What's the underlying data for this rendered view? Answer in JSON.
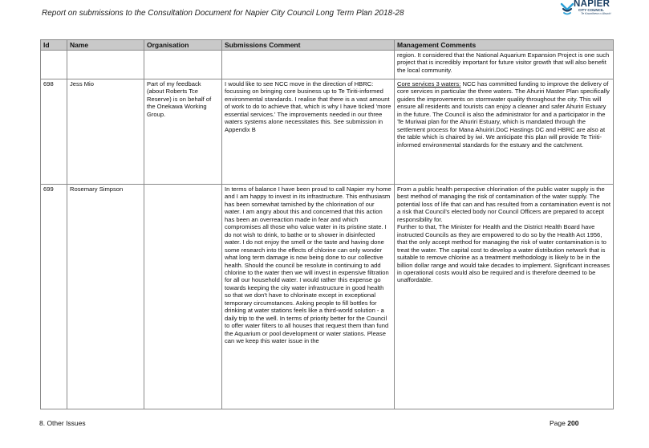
{
  "header": {
    "title": "Report on submissions to the Consultation Document for Napier City Council Long Term Plan 2018-28",
    "logo_name": "NAPIER",
    "logo_sub": "CITY COUNCIL",
    "logo_tag": "Te Kaunihera o Ahuriri",
    "logo_icon": "napier-wave-logo-icon"
  },
  "table": {
    "headers": [
      "Id",
      "Name",
      "Organisation",
      "Submissions Comment",
      "Management Comments"
    ],
    "rows": [
      {
        "id": "",
        "name": "",
        "organisation": "",
        "comment": "",
        "management_prefix": "",
        "management": "region. It considered that the National Aquarium Expansion Project is one such project that is incredibly important for future visitor growth that will also benefit the local community."
      },
      {
        "id": "698",
        "name": "Jess Mio",
        "organisation": "Part of my feedback (about Roberts Tce Reserve) is on behalf of the Onekawa Working Group.",
        "comment": "I would like to see NCC move in the direction of HBRC: focussing on bringing core business up to Te Tiriti-informed environmental standards. I realise that there is a vast amount of work to do to achieve that, which is why I have ticked 'more essential services.' The improvements needed in our three waters systems alone necessitates this. See submission in Appendix B",
        "management_prefix": "Core services 3 waters:",
        "management": " NCC has committed funding to improve the delivery of core services in particular the three waters. The Ahuriri Master Plan specifically guides the improvements on stormwater quality throughout the city. This will ensure all residents and tourists can enjoy a cleaner and safer Ahuriri Estuary in the future. The Council is also the administrator for and a participator in the Te Muriwai plan for the Ahuriri Estuary, which is mandated through the settlement process for Mana Ahuiriri.DoC Hastings DC and HBRC are also at the table which is chaired by iwi.  We anticipate this plan will provide  Te Tiriti-informed environmental standards for the estuary and the catchment."
      },
      {
        "id": "699",
        "name": "Rosemary Simpson",
        "organisation": "",
        "comment": "In terms of balance I have been proud to call Napier my home and I am happy to invest in its infrastructure. This enthusiasm has been somewhat tarnished by the chlorination of our water. I am angry about this and concerned that this action has been an overreaction made in fear and which compromises all those who value water in its pristine state. I do not wish to drink, to bathe or to shower in disinfected water. I do not enjoy the smell or the taste and having done some research into the effects of chlorine can only wonder what long term damage is now being done to our collective health.  Should the council be resolute in continuing to add chlorine to the water then we will invest in expensive filtration for all our household water. I would rather this expense go towards keeping the city water infrastructure in good health so that we don't have to chlorinate except in exceptional temporary circumstances. Asking people to fill bottles for drinking at water stations feels like a third-world solution - a daily trip to the well. In terms of priority better for the Council to offer water filters to all houses that request them than fund the Aquarium or pool development or water stations. Please can we keep this water issue in the",
        "management_prefix": "",
        "management": "From a public health perspective chlorination of the public water supply is the best method of managing the risk of contamination of the water supply. The potential loss of life that can and has resulted from a contamination event is not a risk that Council's elected body nor Council Officers are prepared to accept responsibility for.\nFurther to that, The Minister for Health and the District Health Board have instructed Councils as they are empowered to do so by the Health Act 1956, that the only accept method for managing the risk of water contamination is to treat the water. The capital cost to develop a water distribution network that is suitable to remove chlorine as a treatment methodology is likely to be in the billion dollar range and would take decades to implement. Significant increases in operational costs would also be required and is therefore deemed to be unaffordable."
      }
    ]
  },
  "footer": {
    "section": "8. Other Issues",
    "page_label": "Page",
    "page_number": "200"
  }
}
